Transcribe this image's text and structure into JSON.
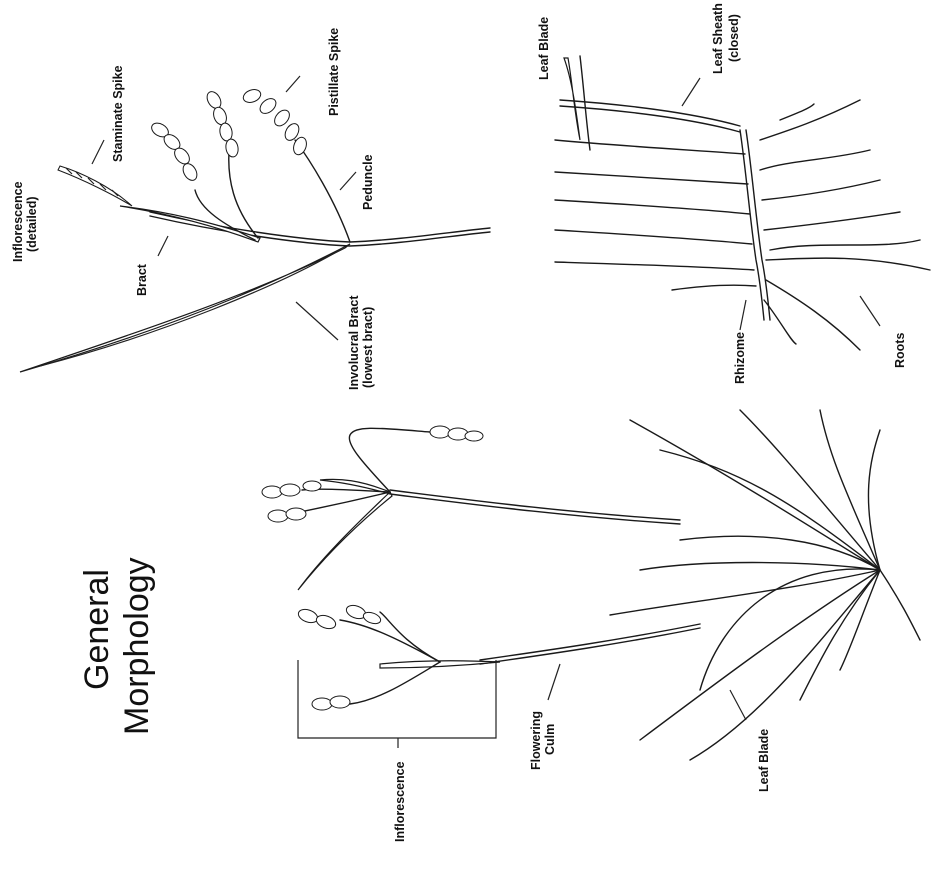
{
  "title": {
    "line1": "General",
    "line2": "Morphology"
  },
  "labels": {
    "inflorescence_detailed_1": "Inflorescence",
    "inflorescence_detailed_2": "(detailed)",
    "staminate_spike": "Staminate Spike",
    "pistillate_spike": "Pistillate Spike",
    "peduncle": "Peduncle",
    "bract": "Bract",
    "involucral_bract_1": "Involucral Bract",
    "involucral_bract_2": "(lowest bract)",
    "leaf_blade_top": "Leaf Blade",
    "leaf_sheath_1": "Leaf Sheath",
    "leaf_sheath_2": "(closed)",
    "rhizome": "Rhizome",
    "roots": "Roots",
    "inflorescence": "Inflorescence",
    "flowering_culm_1": "Flowering",
    "flowering_culm_2": "Culm",
    "leaf_blade_bottom": "Leaf Blade"
  }
}
